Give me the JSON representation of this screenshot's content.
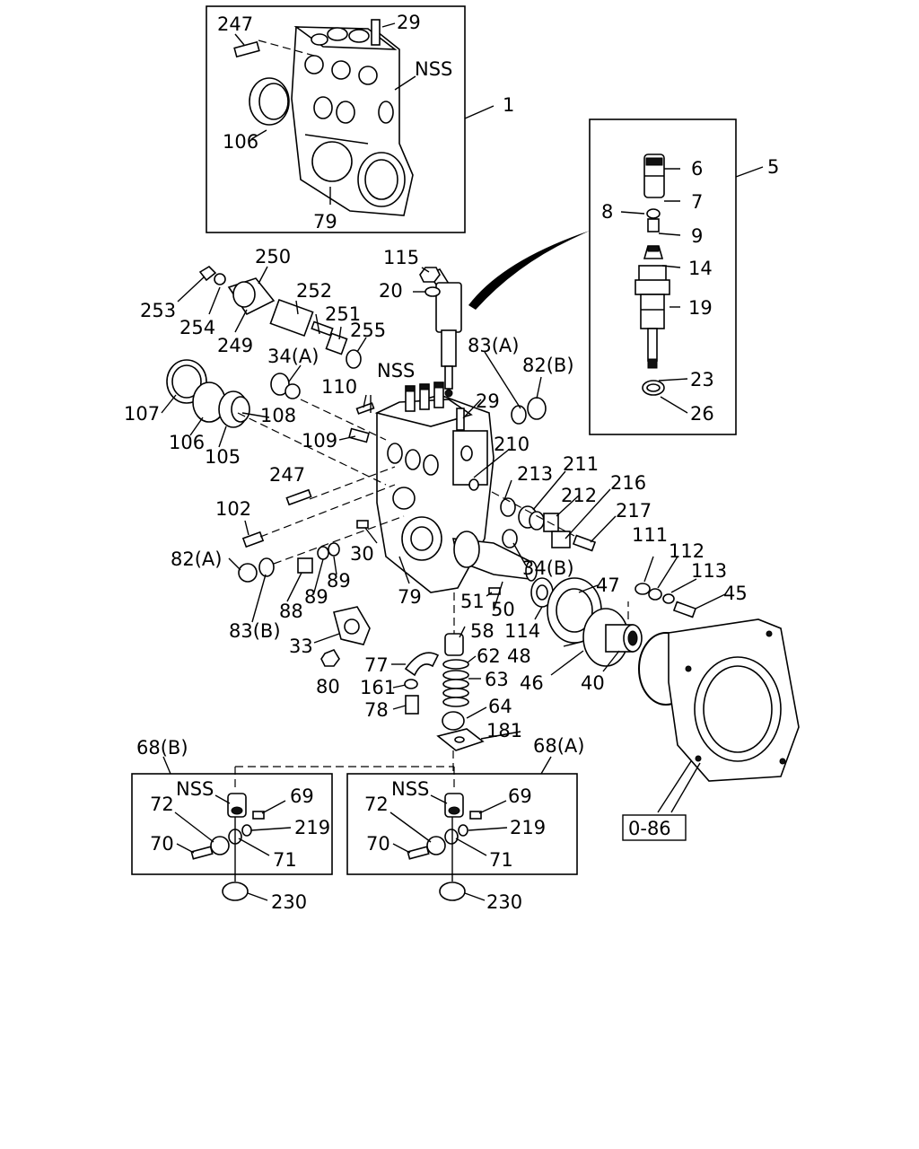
{
  "labels": {
    "l247a": "247",
    "l29a": "29",
    "lNSSa": "NSS",
    "l1": "1",
    "l106a": "106",
    "l79a": "79",
    "l5": "5",
    "l6": "6",
    "l7": "7",
    "l8": "8",
    "l9": "9",
    "l14": "14",
    "l19": "19",
    "l23": "23",
    "l26": "26",
    "l250": "250",
    "l115": "115",
    "l20": "20",
    "l253": "253",
    "l254": "254",
    "l249": "249",
    "l252": "252",
    "l251": "251",
    "l255": "255",
    "l83A": "83(A)",
    "l82B": "82(B)",
    "l34A": "34(A)",
    "lNSSb": "NSS",
    "l110": "110",
    "l29b": "29",
    "l107": "107",
    "l108": "108",
    "l106b": "106",
    "l105": "105",
    "l109": "109",
    "l210": "210",
    "l247b": "247",
    "l213": "213",
    "l211": "211",
    "l212": "212",
    "l216": "216",
    "l217": "217",
    "l102": "102",
    "l30": "30",
    "l34B": "34(B)",
    "l111": "111",
    "l112": "112",
    "l113": "113",
    "l82A": "82(A)",
    "l89a": "89",
    "l89b": "89",
    "l88": "88",
    "l79b": "79",
    "l47": "47",
    "l45": "45",
    "l51": "51",
    "l50": "50",
    "l83B": "83(B)",
    "l58": "58",
    "l114": "114",
    "l33": "33",
    "l62": "62",
    "l48": "48",
    "l77": "77",
    "l63": "63",
    "l46": "46",
    "l40": "40",
    "l80": "80",
    "l161": "161",
    "l78": "78",
    "l64": "64",
    "l181": "181",
    "l68B": "68(B)",
    "l68A": "68(A)",
    "l086": "0-86",
    "lNSSc": "NSS",
    "l69a": "69",
    "l72a": "72",
    "l219a": "219",
    "l70a": "70",
    "l71a": "71",
    "l230a": "230",
    "lNSSd": "NSS",
    "l69b": "69",
    "l72b": "72",
    "l219b": "219",
    "l70b": "70",
    "l71b": "71",
    "l230b": "230"
  }
}
